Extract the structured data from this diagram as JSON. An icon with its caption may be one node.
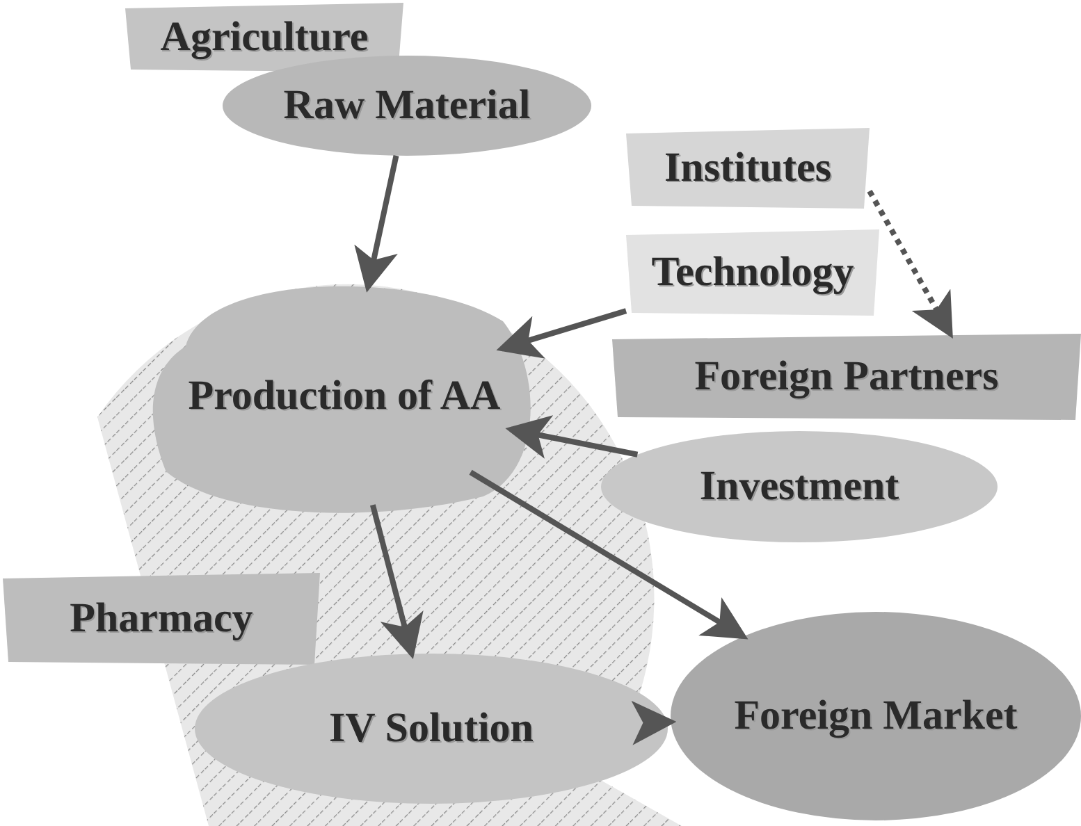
{
  "diagram": {
    "nodes": [
      {
        "text": [
          "Agriculture"
        ]
      },
      {
        "text": [
          "Raw Material"
        ]
      },
      {
        "text": [
          "Production of AA"
        ]
      },
      {
        "text": [
          "Institutes"
        ]
      },
      {
        "text": [
          "Technology"
        ]
      },
      {
        "text": [
          "Foreign Partners"
        ]
      },
      {
        "text": [
          "Investment"
        ]
      },
      {
        "text": [
          "Pharmacy"
        ]
      },
      {
        "text": [
          "IV Solution"
        ]
      },
      {
        "text": [
          "Foreign Market"
        ]
      }
    ],
    "edges": [
      {
        "from": 1,
        "to": 2,
        "arrow": "to"
      },
      {
        "from": 4,
        "to": 2,
        "arrow": "to"
      },
      {
        "from": 6,
        "to": 2,
        "arrow": "to"
      },
      {
        "from": 2,
        "to": 8,
        "arrow": "to"
      },
      {
        "from": 2,
        "to": 9,
        "arrow": "to"
      },
      {
        "from": 8,
        "to": 9,
        "arrow": "to"
      },
      {
        "from": 3,
        "to": 5,
        "arrow": "to",
        "style": "dashed"
      }
    ]
  }
}
